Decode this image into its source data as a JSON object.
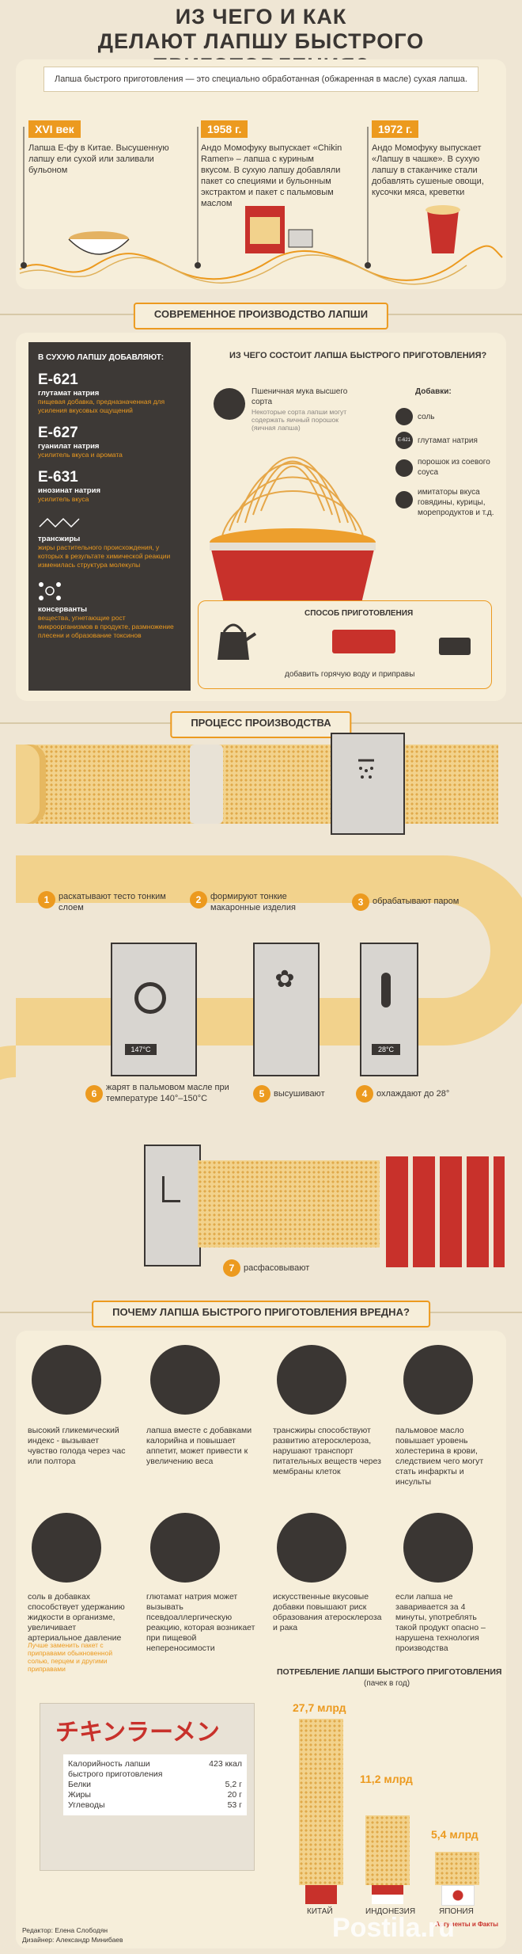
{
  "header": {
    "title_line1": "ИЗ ЧЕГО И КАК",
    "title_line2": "ДЕЛАЮТ ЛАПШУ БЫСТРОГО ПРИГОТОВЛЕНИЯ?",
    "intro": "Лапша быстрого приготовления — это специально обработанная (обжаренная в масле) сухая лапша."
  },
  "history": [
    {
      "date": "XVI век",
      "text": "Лапша Е-фу в Китае. Высушенную лапшу ели сухой или заливали бульоном"
    },
    {
      "date": "1958 г.",
      "text": "Андо Момофуку выпускает «Chikin Ramen» – лапша с куриным вкусом. В сухую лапшу добавляли пакет со специями и бульонным экстрактом и пакет с пальмовым маслом"
    },
    {
      "date": "1972 г.",
      "text": "Андо Момофуку выпускает «Лапшу в чашке». В сухую лапшу в стаканчике стали добавлять сушеные овощи, кусочки мяса, креветки"
    }
  ],
  "modern": {
    "banner": "СОВРЕМЕННОЕ ПРОИЗВОДСТВО ЛАПШИ",
    "panel_title": "В СУХУЮ ЛАПШУ ДОБАВЛЯЮТ:",
    "additives": [
      {
        "code": "E-621",
        "name": "глутамат натрия",
        "desc": "пищевая добавка, предназначенная для усиления вкусовых ощущений"
      },
      {
        "code": "E-627",
        "name": "гуанилат натрия",
        "desc": "усилитель вкуса и аромата"
      },
      {
        "code": "E-631",
        "name": "инозинат натрия",
        "desc": "усилитель вкуса"
      }
    ],
    "trans_name": "трансжиры",
    "trans_desc": "жиры растительного происхождения, у которых в результате химической реакции изменилась структура молекулы",
    "cons_name": "консерванты",
    "cons_desc": "вещества, угнетающие рост микроорганизмов в продукте, размножение плесени и образование токсинов",
    "composition_title": "ИЗ ЧЕГО СОСТОИТ ЛАПША БЫСТРОГО ПРИГОТОВЛЕНИЯ?",
    "flour": "Пшеничная мука высшего сорта",
    "flour_note": "Некоторые сорта лапши могут содержать яичный порошок (яичная лапша)",
    "extras_title": "Добавки:",
    "extras": [
      "соль",
      "глутамат натрия",
      "порошок из соевого соуса",
      "имитаторы вкуса говядины, курицы, морепродуктов и т.д."
    ],
    "e621_badge": "E-621",
    "cooking_title": "СПОСОБ ПРИГОТОВЛЕНИЯ",
    "cooking_text": "добавить горячую воду и приправы"
  },
  "process": {
    "banner": "ПРОЦЕСС ПРОИЗВОДСТВА",
    "steps": [
      {
        "num": "1",
        "text": "раскатывают тесто тонким слоем"
      },
      {
        "num": "2",
        "text": "формируют тонкие макаронные изделия"
      },
      {
        "num": "3",
        "text": "обрабатывают паром"
      },
      {
        "num": "4",
        "text": "охлаждают до 28°"
      },
      {
        "num": "5",
        "text": "высушивают"
      },
      {
        "num": "6",
        "text": "жарят в пальмовом масле при температуре 140°–150°C"
      },
      {
        "num": "7",
        "text": "расфасовывают"
      }
    ],
    "display_fry": "147°C",
    "display_cool": "28°C"
  },
  "harm": {
    "banner": "ПОЧЕМУ ЛАПША БЫСТРОГО ПРИГОТОВЛЕНИЯ ВРЕДНА?",
    "items": [
      {
        "icon": "fridge-icon",
        "text": "высокий гликемический индекс - вызывает чувство голода через час или полтора"
      },
      {
        "icon": "scale-icon",
        "text": "лапша вместе с добавками калорийна и повышает аппетит, может привести к увеличению веса"
      },
      {
        "icon": "heart-icon",
        "text": "трансжиры способствуют развитию атеросклероза, нарушают транспорт питательных веществ через мембраны клеток"
      },
      {
        "icon": "heart-cardio-icon",
        "text": "пальмовое масло повышает уровень холестерина в крови, следствием чего могут стать инфаркты и инсульты"
      },
      {
        "icon": "blood-pressure-icon",
        "text": "соль в добавках способствует удержанию жидкости в организме, увеличивает артериальное давление",
        "note": "Лучше заменить пакет с приправами обыкновенной солью, перцем и другими приправами"
      },
      {
        "icon": "allergy-face-icon",
        "text": "глютамат натрия может вызывать псевдоаллергическую реакцию, которая возникает при пищевой непереносимости"
      },
      {
        "icon": "cancer-ribbon-icon",
        "text": "искусственные вкусовые добавки повышают риск образования атеросклероза и рака"
      },
      {
        "icon": "stopwatch-icon",
        "text": "если лапша не заваривается за 4 минуты, употреблять такой продукт опасно – нарушена технология производства"
      }
    ]
  },
  "nutrition": {
    "package_label": "チキンラーメン",
    "rows": [
      {
        "label": "Калорийность лапши быстрого приготовления",
        "value": "423 ккал"
      },
      {
        "label": "Белки",
        "value": "5,2 г"
      },
      {
        "label": "Жиры",
        "value": "20 г"
      },
      {
        "label": "Углеводы",
        "value": "53 г"
      }
    ]
  },
  "consumption": {
    "title": "ПОТРЕБЛЕНИЕ ЛАПШИ БЫСТРОГО ПРИГОТОВЛЕНИЯ",
    "subtitle": "(пачек в год)",
    "bars": [
      {
        "country": "КИТАЙ",
        "value": "27,7 млрд",
        "amount": 27.7
      },
      {
        "country": "ИНДОНЕЗИЯ",
        "value": "11,2 млрд",
        "amount": 11.2
      },
      {
        "country": "ЯПОНИЯ",
        "value": "5,4 млрд",
        "amount": 5.4
      }
    ]
  },
  "credits": {
    "editor": "Редактор: Елена Слободян",
    "designer": "Дизайнер: Александр Минибаев",
    "brand": "Аргументы и Факты",
    "watermark": "Postila.ru"
  },
  "colors": {
    "orange": "#ec9a1f",
    "dark": "#3a3633",
    "bg": "#efe6d4",
    "red": "#c8312b"
  }
}
